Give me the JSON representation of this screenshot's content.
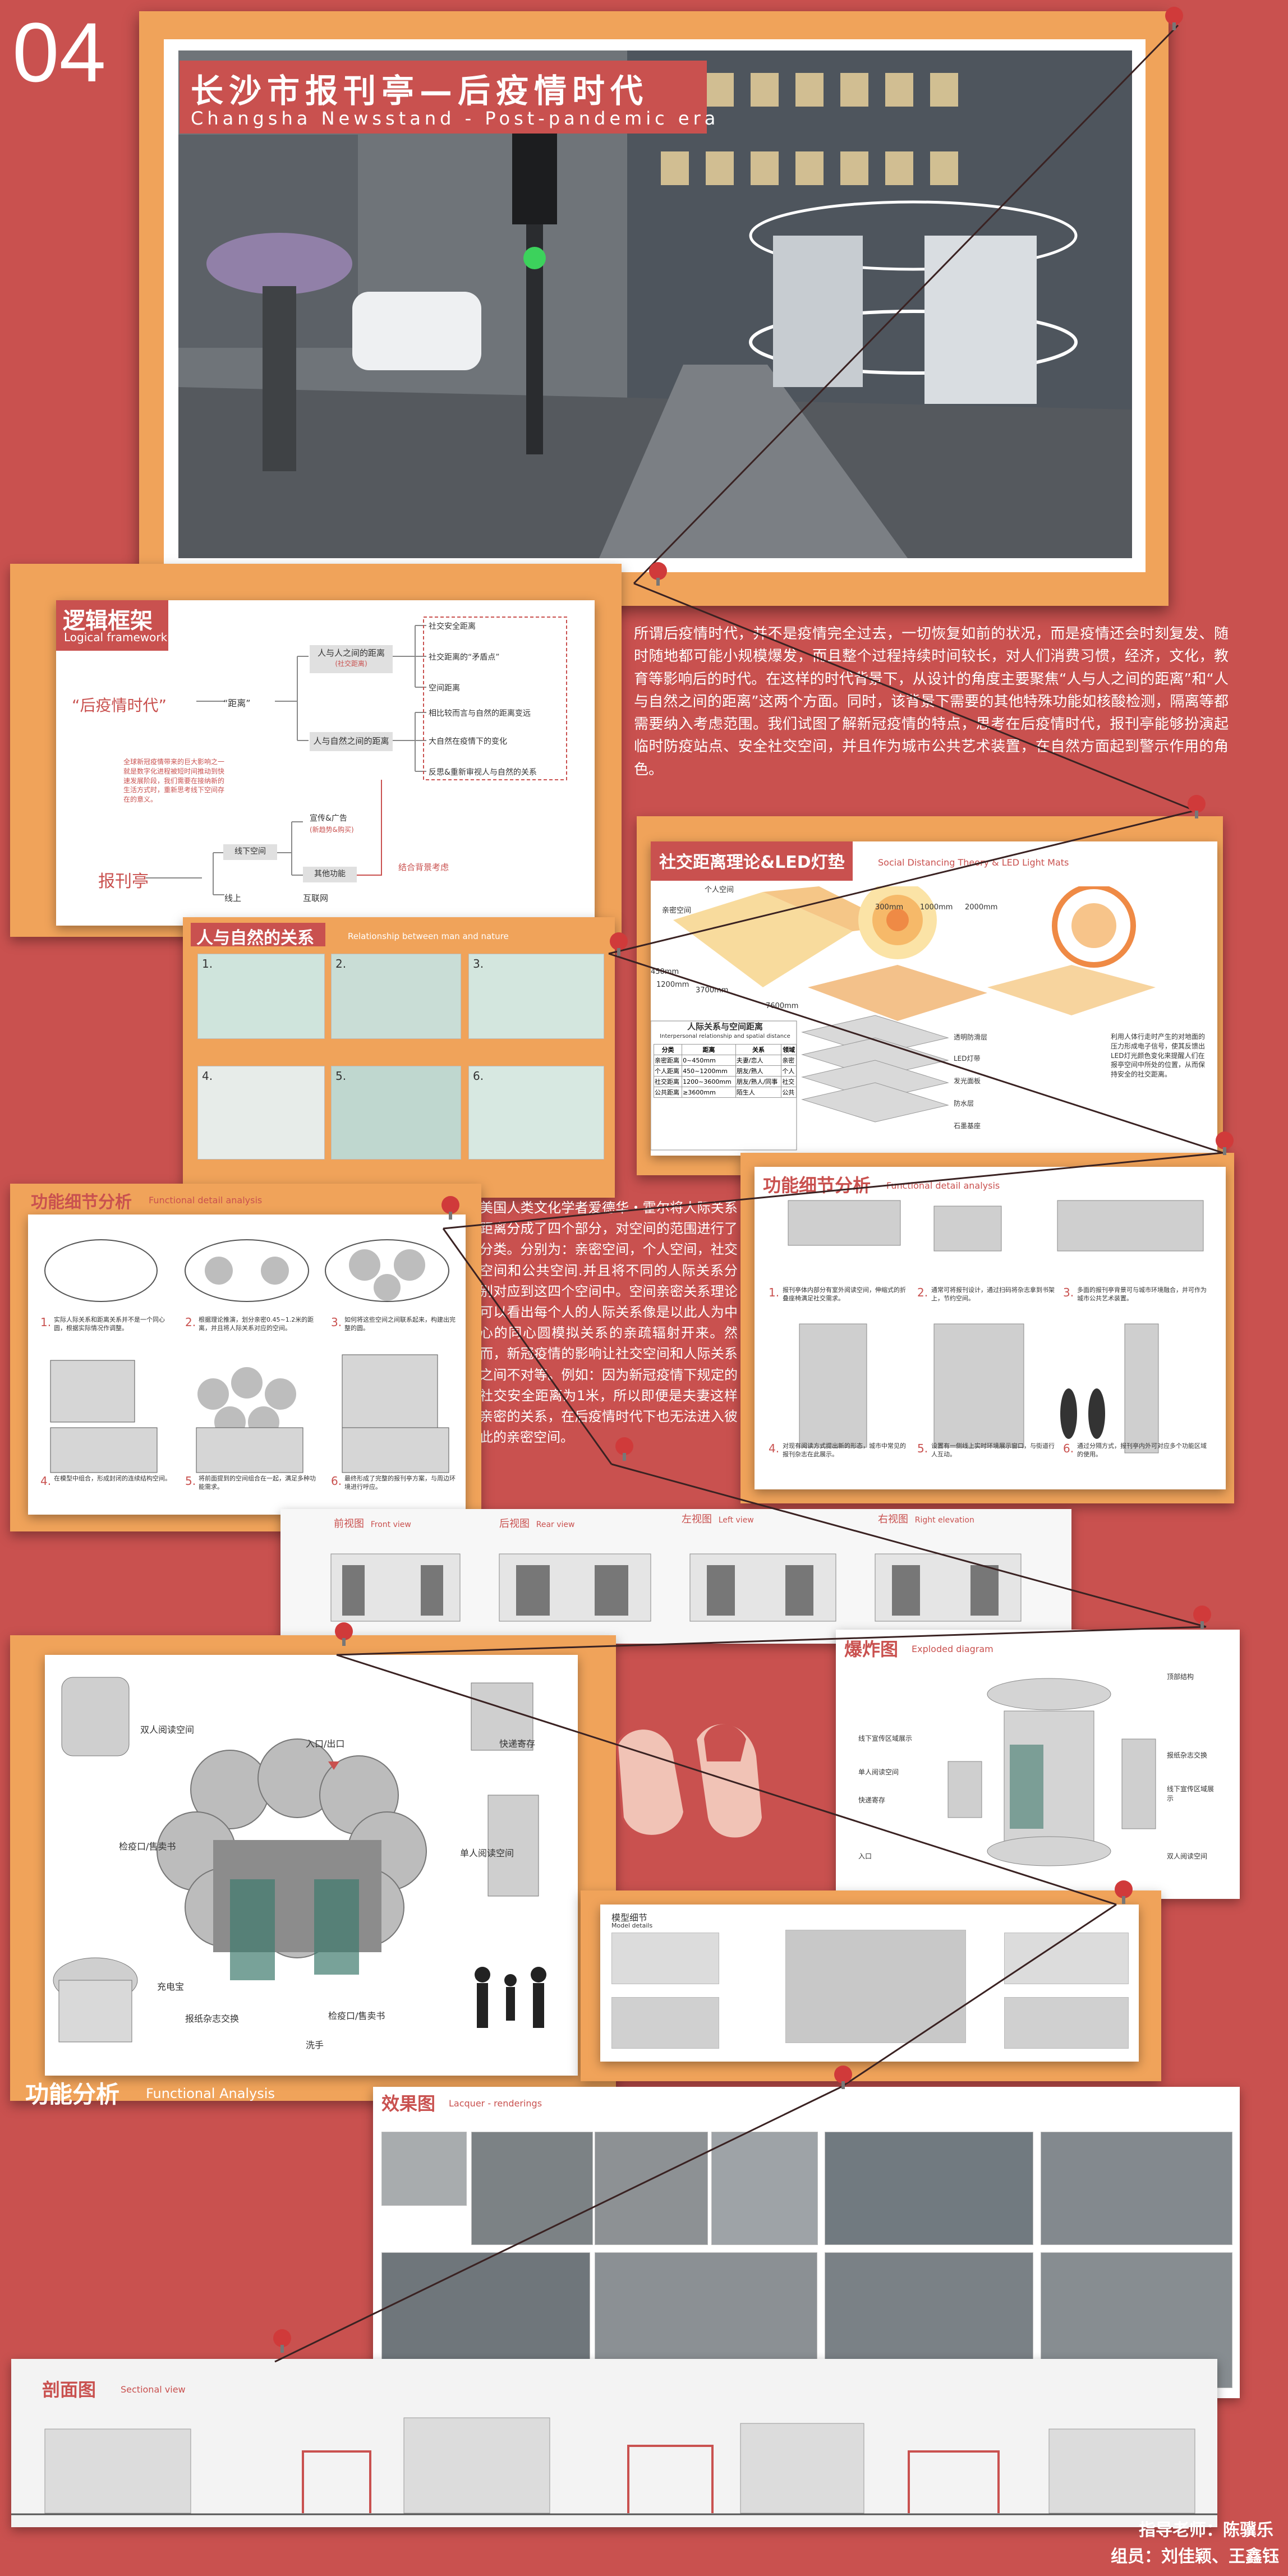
{
  "page_number": "04",
  "hero": {
    "title_cn": "长沙市报刊亭—后疫情时代",
    "title_en": "Changsha Newsstand - Post-pandemic era"
  },
  "intro_paragraph": "所谓后疫情时代，并不是疫情完全过去，一切恢复如前的状况，而是疫情还会时刻复发、随时随地都可能小规模爆发，而且整个过程持续时间较长，对人们消费习惯，经济，文化，教育等影响后的时代。在这样的时代背景下，从设计的角度主要聚焦“人与人之间的距离”和“人与自然之间的距离”这两个方面。同时，该背景下需要的其他特殊功能如核酸检测，隔离等都需要纳入考虑范围。我们试图了解新冠疫情的特点，思考在后疫情时代，报刊亭能够扮演起临时防疫站点、安全社交空间，并且作为城市公共艺术装置，在自然方面起到警示作用的角色。",
  "logic": {
    "title_cn": "逻辑框架",
    "title_en": "Logical framework",
    "root": "“后疫情时代”",
    "distance": "“距离”",
    "branch_people": "人与人之间的距离",
    "branch_people_sub": "(社交距离)",
    "branch_nature": "人与自然之间的距离",
    "leaves": [
      "社交安全距离",
      "社交距离的“矛盾点”",
      "空间距离",
      "相比较而言与自然的距离变远",
      "大自然在疫情下的变化",
      "反思&重新审视人与自然的关系"
    ],
    "note": "全球新冠疫情带来的巨大影响之一就是数字化进程被短时间推动到快速发展阶段，我们需要在接纳新的生活方式时，重新思考线下空间存在的意义。",
    "newsstand": "报刊亭",
    "offline": "线下空间",
    "online": "线上",
    "internet": "互联网",
    "ad": "宣传&广告",
    "ad_sub": "(新趋势&购买)",
    "other": "其他功能",
    "combine": "结合背景考虑"
  },
  "nature": {
    "title_cn": "人与自然的关系",
    "title_en": "Relationship between man and nature",
    "caption": "",
    "nums": [
      "1.",
      "2.",
      "3.",
      "4.",
      "5.",
      "6."
    ]
  },
  "social": {
    "title_cn": "社交距离理论&LED灯垫",
    "title_en": "Social Distancing Theory & LED Light Mats",
    "table_title": "人际关系与空间距离",
    "table_subtitle": "Interpersonal relationship and spatial distance",
    "headers": [
      "分类",
      "距离",
      "关系",
      "领域"
    ],
    "rows": [
      [
        "亲密距离",
        "0~450mm",
        "夫妻/恋人",
        "亲密"
      ],
      [
        "个人距离",
        "450~1200mm",
        "朋友/熟人",
        "个人"
      ],
      [
        "社交距离",
        "1200~3600mm",
        "朋友/熟人/同事",
        "社交"
      ],
      [
        "公共距离",
        "≥3600mm",
        "陌生人",
        "公共"
      ]
    ],
    "labels": [
      "个人空间",
      "亲密空间",
      "450mm",
      "1200mm",
      "3700mm",
      "7600mm",
      "300mm",
      "1000mm",
      "2000mm"
    ],
    "layers": [
      "透明防滑层",
      "LED灯带",
      "发光面板",
      "防水层",
      "石墨基座"
    ],
    "body": "利用人体行走时产生的对地面的压力形成电子信号，使其反馈出LED灯光颜色变化来提醒人们在报亭空间中所处的位置，从而保持安全的社交距离。"
  },
  "anthro_paragraph": "美国人类文化学者爱德华・霍尔将人际关系距离分成了四个部分，对空间的范围进行了分类。分别为：亲密空间，个人空间，社交空间和公共空间.并且将不同的人际关系分别对应到这四个空间中。空间亲密关系理论可以看出每个人的人际关系像是以此人为中心的同心圆模拟关系的亲疏辐射开来。然而，新冠疫情的影响让社交空间和人际关系之间不对等。例如：因为新冠疫情下规定的社交安全距离为1米，所以即便是夫妻这样亲密的关系，在后疫情时代下也无法进入彼此的亲密空间。",
  "func_left": {
    "title_cn": "功能细节分析",
    "title_en": "Functional detail analysis",
    "nums": [
      "1.",
      "2.",
      "3.",
      "4.",
      "5.",
      "6."
    ],
    "texts": [
      "实际人际关系和距离关系并不是一个同心圆，根据实际情况作调整。",
      "根据理论推演，划分亲密0.45~1.2米的距离，并且将人际关系对应的空间。",
      "如何将这些空间之间联系起来，构建出完整的圆。",
      "在模型中组合，形成封闭的连续结构空间。",
      "将前面提到的空间组合在一起，满足多种功能需求。",
      "最终形成了完整的报刊亭方案，与周边环境进行呼应。"
    ]
  },
  "func_right": {
    "title_cn": "功能细节分析",
    "title_en": "Functional detail analysis",
    "nums": [
      "1.",
      "2.",
      "3.",
      "4.",
      "5.",
      "6."
    ],
    "texts": [
      "报刊亭体内部分有室外阅读空间，伸缩式的折叠座椅满足社交需求。",
      "通常可将报刊设计，通过扫码将杂志拿到书架上，节约空间。",
      "多面的报刊亭背景可与城市环境融合，并可作为城市公共艺术装置。",
      "对现有阅读方式提出新的形态，城市中常见的报刊杂志在此展示。",
      "设置有一侧线上实时环境展示窗口，与街道行人互动。",
      "通过分隔方式，报刊亭内外可对应多个功能区域的使用。"
    ]
  },
  "views": {
    "front": "前视图",
    "front_en": "Front view",
    "rear": "后视图",
    "rear_en": "Rear view",
    "left": "左视图",
    "left_en": "Left view",
    "right": "右视图",
    "right_en": "Right elevation"
  },
  "functional": {
    "title_cn": "功能分析",
    "title_en": "Functional Analysis",
    "labels": [
      "双人阅读空间",
      "入口/出口",
      "快递寄存",
      "检疫口/售卖书",
      "单人阅读空间",
      "充电宝",
      "报纸杂志交换",
      "检疫口/售卖书",
      "洗手"
    ]
  },
  "exploded": {
    "title_cn": "爆炸图",
    "title_en": "Exploded diagram",
    "labels_left": [
      "线下宣传区域展示",
      "单人阅读空间",
      "快递寄存",
      "入口"
    ],
    "labels_right": [
      "顶部结构",
      "报纸杂志交换",
      "线下宣传区域展示",
      "双人阅读空间"
    ]
  },
  "model": {
    "title_cn": "模型细节",
    "title_en": "Model details"
  },
  "renderings": {
    "title_cn": "效果图",
    "title_en": "Lacquer - renderings"
  },
  "section": {
    "title_cn": "剖面图",
    "title_en": "Sectional view"
  },
  "credits": {
    "teacher": "指导老师：陈骥乐",
    "members": "组员：刘佳颖、王鑫钰"
  },
  "colors": {
    "background": "#c9514f",
    "accent_orange": "#f0a35a",
    "accent_red": "#c9514f"
  }
}
